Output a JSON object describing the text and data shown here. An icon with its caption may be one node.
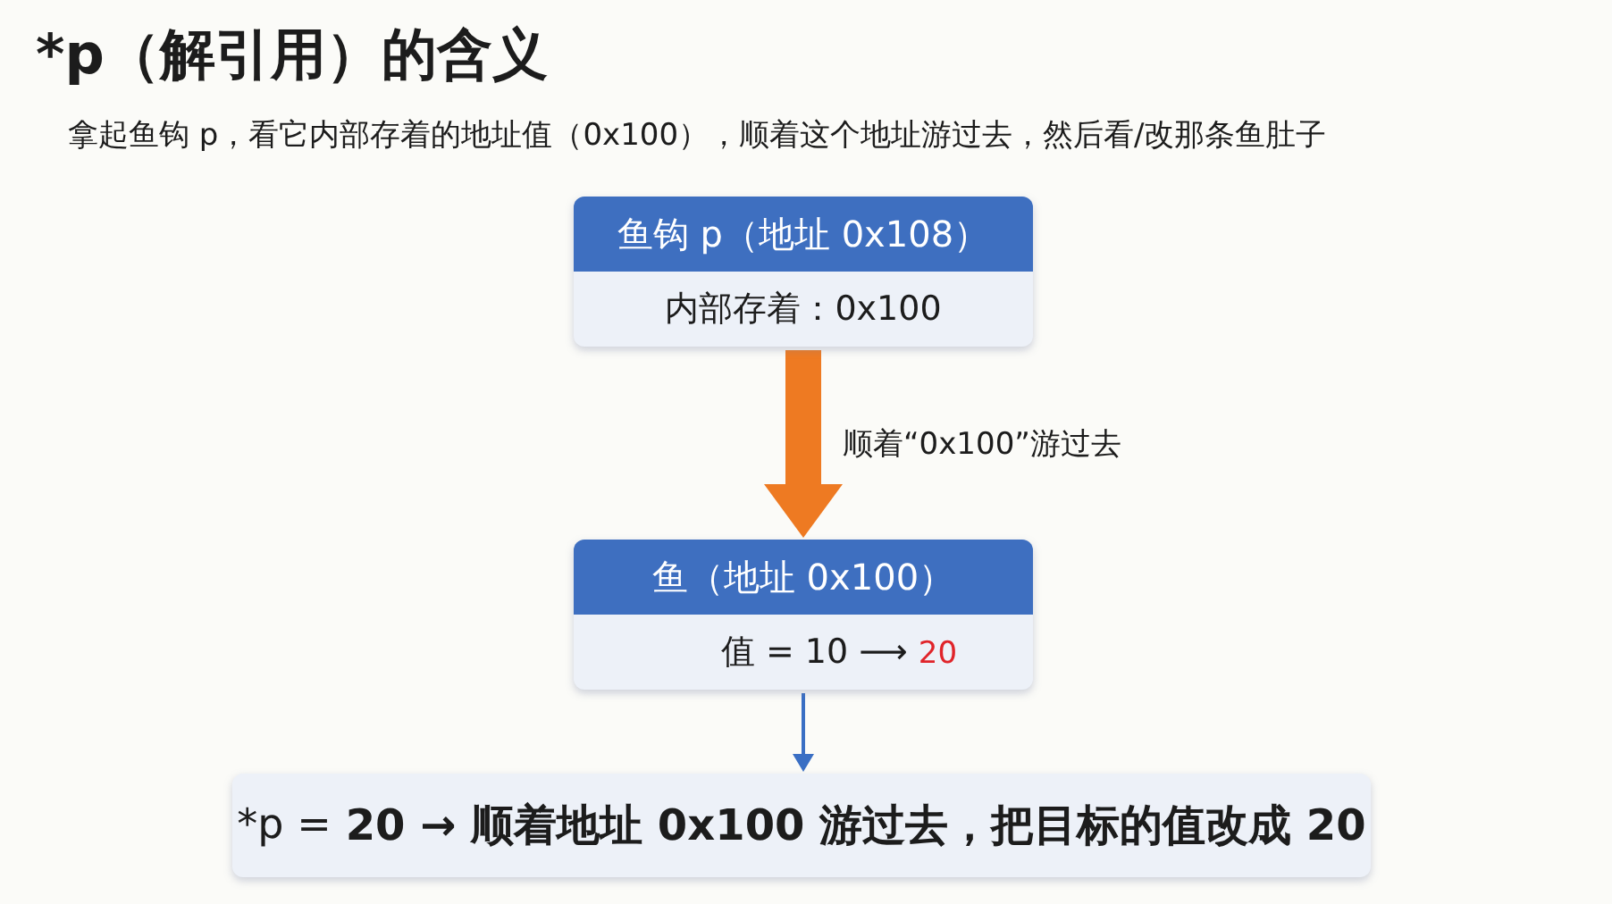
{
  "diagram": {
    "title": "*p（解引用）的含义",
    "nodes": [
      {
        "text": [
          "鱼钩 p（地址 0x108）",
          "内部存着：0x100"
        ]
      },
      {
        "text": [
          "鱼（地址 0x100）",
          "值 = 10 ⟶",
          "20"
        ]
      },
      {
        "text": [
          "*p =",
          "20 → 顺着地址 0x100 游过去，把目标的值改成 20"
        ]
      }
    ],
    "edges": [
      {
        "from": 0,
        "to": 1,
        "arrow": "to",
        "label": "顺着“0x100”游过去",
        "style": "thick",
        "color": "#ee7a22"
      },
      {
        "from": 1,
        "to": 2,
        "arrow": "to",
        "color": "#3a6fc4"
      }
    ],
    "labels": [
      "拿起鱼钩 p，看它内部存着的地址值（0x100），顺着这个地址游过去，然后看/改那条鱼肚子"
    ]
  }
}
